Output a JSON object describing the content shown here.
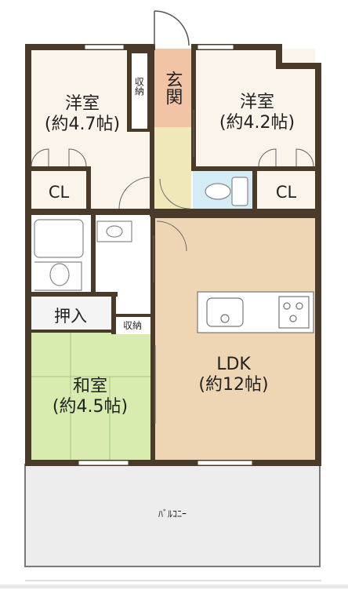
{
  "rooms": {
    "western_room_left": {
      "name": "洋室",
      "size": "(約4.7帖)"
    },
    "western_room_right": {
      "name": "洋室",
      "size": "(約4.2帖)"
    },
    "entrance": {
      "name": "玄関"
    },
    "closet_left": {
      "name": "CL"
    },
    "closet_right": {
      "name": "CL"
    },
    "storage_small": {
      "name": "収納"
    },
    "storage_hall": {
      "name": "収納"
    },
    "oshiire": {
      "name": "押入"
    },
    "japanese_room": {
      "name": "和室",
      "size": "(約4.5帖)"
    },
    "ldk": {
      "name": "LDK",
      "size": "(約12帖)"
    },
    "balcony": {
      "name": "ﾊﾞﾙｺﾆｰ"
    }
  },
  "colors": {
    "wall": "#4a3a2a",
    "western_floor": "#fbf4ea",
    "entrance_floor": "#f2c4a6",
    "hall_floor": "#f0e8b8",
    "ldk_floor": "#eed6b4",
    "japanese_floor": "#d7ecae",
    "toilet_floor": "#d4ecf6",
    "balcony_floor": "#ededed"
  }
}
